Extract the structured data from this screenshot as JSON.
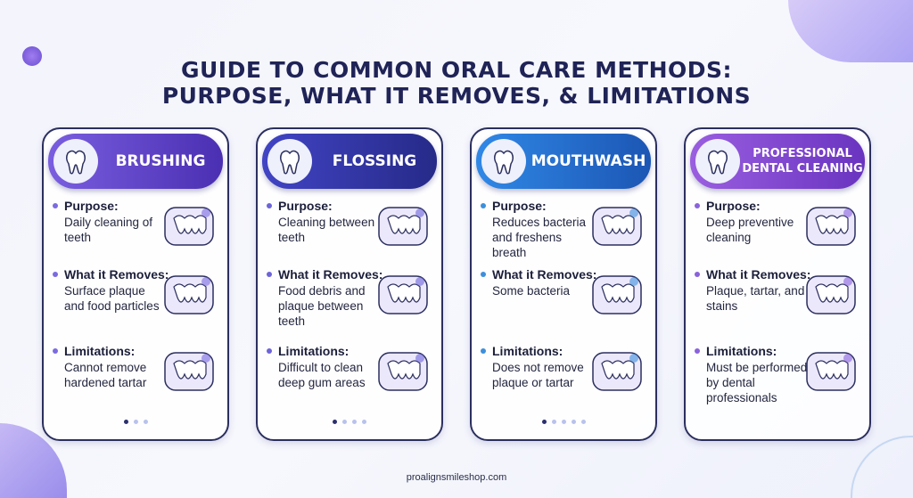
{
  "title": {
    "line1": "GUIDE TO COMMON ORAL CARE METHODS:",
    "line2": "PURPOSE, WHAT IT REMOVES, & LIMITATIONS"
  },
  "labels": {
    "purpose": "Purpose:",
    "removes": "What it Removes:",
    "limitations": "Limitations:"
  },
  "cards": [
    {
      "name": "BRUSHING",
      "icon": "toothbrush-tooth-icon",
      "color_from": "#7a5ee0",
      "color_to": "#4b2fb2",
      "bullet": "#7b6be0",
      "purpose": "Daily cleaning of teeth",
      "removes": "Surface plaque and food particles",
      "limitations": "Cannot remove hardened tartar",
      "purpose_icon": "brushing-mouth-icon",
      "removes_icon": "foam-bubbles-icon",
      "limitations_icon": "no-tartar-icon",
      "dots": 3
    },
    {
      "name": "FLOSSING",
      "icon": "floss-dispenser-icon",
      "color_from": "#4144c4",
      "color_to": "#262a88",
      "bullet": "#6d64d8",
      "purpose": "Cleaning between teeth",
      "removes": "Food debris and plaque between teeth",
      "limitations": "Difficult to clean deep gum areas",
      "purpose_icon": "teeth-gums-icon",
      "removes_icon": "debris-teeth-icon",
      "limitations_icon": "gum-teeth-icon",
      "dots": 4
    },
    {
      "name": "MOUTHWASH",
      "icon": "mouthwash-bottle-icon",
      "color_from": "#3088e6",
      "color_to": "#1c56b4",
      "bullet": "#3d8fdc",
      "purpose": "Reduces bacteria and freshens breath",
      "removes": "Some bacteria",
      "limitations": "Does not remove plaque or tartar",
      "purpose_icon": "mouthwash-glass-icon",
      "removes_icon": "no-bacteria-icon",
      "limitations_icon": "breath-face-icon",
      "dots": 5
    },
    {
      "name": "PROFESSIONAL DENTAL CLEANING",
      "icon": "tooth-dental-tool-icon",
      "color_from": "#9a5ee0",
      "color_to": "#6a34c0",
      "bullet": "#8a62dc",
      "purpose": "Deep preventive cleaning",
      "removes": "Plaque, tartar, and stains",
      "limitations": "Must be performed by dental professionals",
      "purpose_icon": "dental-chair-icon",
      "removes_icon": "smile-sparkle-icon",
      "limitations_icon": "dentist-patient-icon",
      "dots": 0
    }
  ],
  "footer": "proalignsmileshop.com"
}
